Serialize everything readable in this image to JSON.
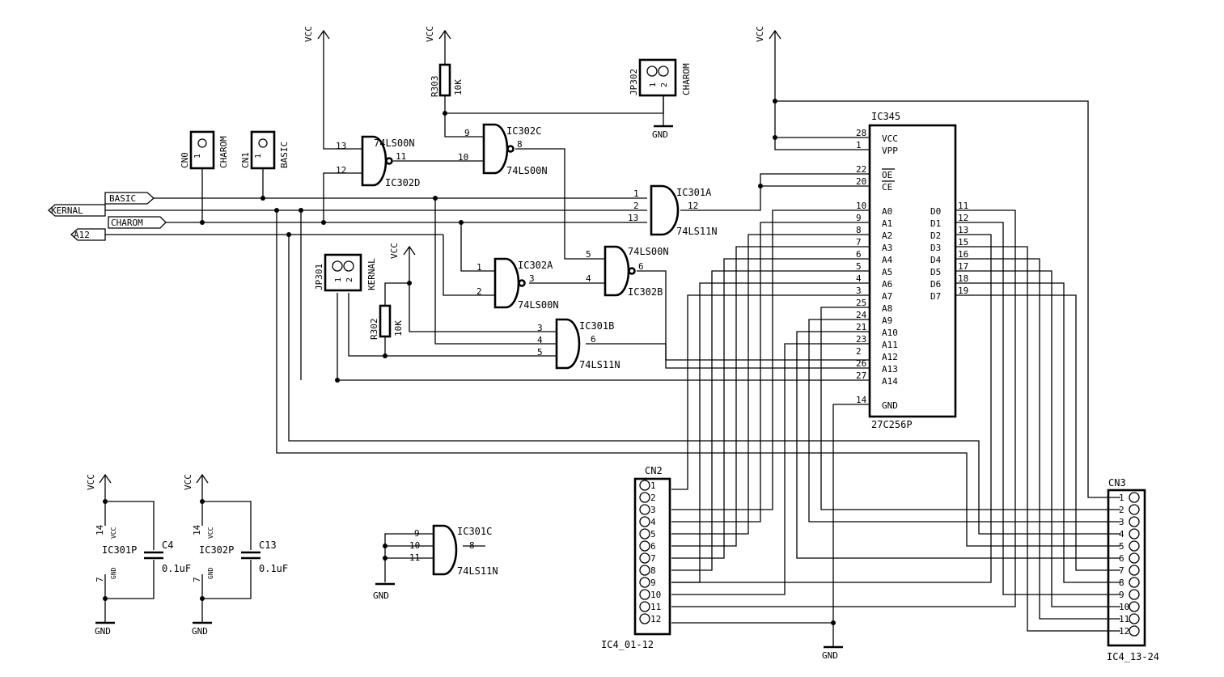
{
  "power": {
    "vcc": "VCC",
    "gnd": "GND"
  },
  "labels": {
    "basic": "BASIC",
    "kernal": "KERNAL",
    "charom": "CHAROM",
    "a12": "A12"
  },
  "connectors": {
    "cn0": {
      "name": "CN0",
      "label": "CHAROM",
      "pin": "1"
    },
    "cn1": {
      "name": "CN1",
      "label": "BASIC",
      "pin": "1"
    },
    "jp302": {
      "name": "JP302",
      "label": "CHAROM",
      "pins": [
        "1",
        "2"
      ]
    },
    "jp301": {
      "name": "JP301",
      "label": "KERNAL",
      "pins": [
        "1",
        "2"
      ]
    },
    "cn2": {
      "name": "CN2",
      "footer": "IC4_01-12",
      "pins": [
        "1",
        "2",
        "3",
        "4",
        "5",
        "6",
        "7",
        "8",
        "9",
        "10",
        "11",
        "12"
      ]
    },
    "cn3": {
      "name": "CN3",
      "footer": "IC4_13-24",
      "pins": [
        "1",
        "2",
        "3",
        "4",
        "5",
        "6",
        "7",
        "8",
        "9",
        "10",
        "11",
        "12"
      ]
    }
  },
  "resistors": {
    "r303": {
      "name": "R303",
      "value": "10K"
    },
    "r302": {
      "name": "R302",
      "value": "10K"
    }
  },
  "capacitors": {
    "c4": {
      "name": "C4",
      "value": "0.1uF"
    },
    "c13": {
      "name": "C13",
      "value": "0.1uF"
    }
  },
  "gates": {
    "ic302d": {
      "name": "IC302D",
      "type": "74LS00N",
      "pins": [
        "13",
        "12",
        "11"
      ]
    },
    "ic302c": {
      "name": "IC302C",
      "type": "74LS00N",
      "pins": [
        "9",
        "10",
        "8"
      ]
    },
    "ic301a": {
      "name": "IC301A",
      "type": "74LS11N",
      "pins": [
        "1",
        "2",
        "13",
        "12"
      ]
    },
    "ic302a": {
      "name": "IC302A",
      "type": "74LS00N",
      "pins": [
        "1",
        "2",
        "3"
      ]
    },
    "ic302b": {
      "name": "IC302B",
      "type": "74LS00N",
      "pins": [
        "5",
        "4",
        "6"
      ]
    },
    "ic301b": {
      "name": "IC301B",
      "type": "74LS11N",
      "pins": [
        "3",
        "4",
        "5",
        "6"
      ]
    },
    "ic301c": {
      "name": "IC301C",
      "type": "74LS11N",
      "pins": [
        "9",
        "10",
        "11",
        "8"
      ]
    }
  },
  "power_units": {
    "ic301p": {
      "name": "IC301P",
      "vcc_pin": "14",
      "vcc_label": "VCC",
      "gnd_pin": "7",
      "gnd_label": "GND"
    },
    "ic302p": {
      "name": "IC302P",
      "vcc_pin": "14",
      "vcc_label": "VCC",
      "gnd_pin": "7",
      "gnd_label": "GND"
    }
  },
  "eprom": {
    "name": "IC345",
    "part": "27C256P",
    "left_pins": [
      {
        "num": "28",
        "label": "VCC"
      },
      {
        "num": "1",
        "label": "VPP"
      },
      {
        "num": "22",
        "label": "OE"
      },
      {
        "num": "20",
        "label": "CE"
      },
      {
        "num": "10",
        "label": "A0"
      },
      {
        "num": "9",
        "label": "A1"
      },
      {
        "num": "8",
        "label": "A2"
      },
      {
        "num": "7",
        "label": "A3"
      },
      {
        "num": "6",
        "label": "A4"
      },
      {
        "num": "5",
        "label": "A5"
      },
      {
        "num": "4",
        "label": "A6"
      },
      {
        "num": "3",
        "label": "A7"
      },
      {
        "num": "25",
        "label": "A8"
      },
      {
        "num": "24",
        "label": "A9"
      },
      {
        "num": "21",
        "label": "A10"
      },
      {
        "num": "23",
        "label": "A11"
      },
      {
        "num": "2",
        "label": "A12"
      },
      {
        "num": "26",
        "label": "A13"
      },
      {
        "num": "27",
        "label": "A14"
      },
      {
        "num": "14",
        "label": "GND"
      }
    ],
    "right_pins": [
      {
        "num": "11",
        "label": "D0"
      },
      {
        "num": "12",
        "label": "D1"
      },
      {
        "num": "13",
        "label": "D2"
      },
      {
        "num": "15",
        "label": "D3"
      },
      {
        "num": "16",
        "label": "D4"
      },
      {
        "num": "17",
        "label": "D5"
      },
      {
        "num": "18",
        "label": "D6"
      },
      {
        "num": "19",
        "label": "D7"
      }
    ]
  }
}
